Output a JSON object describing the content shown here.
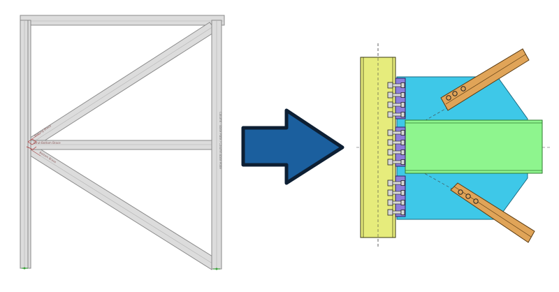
{
  "frame_view": {
    "labels": {
      "top_brace": "Bracing Brace",
      "horizontal_member": "Strut-Bottom Brace",
      "bottom_brace": "Bottom Brace",
      "right_column": "Column - Base Plate / Column Base Plate"
    }
  },
  "arrow": {
    "fill": "#1b5f9e",
    "stroke": "#0d1f33"
  },
  "connection_detail": {
    "colors": {
      "column": "#e6ec7c",
      "gusset": "#3ec8e8",
      "beam": "#8ef58e",
      "brace": "#e0a458",
      "clip_angle": "#8e7fd9",
      "bolt": "#d7d7d7"
    }
  }
}
